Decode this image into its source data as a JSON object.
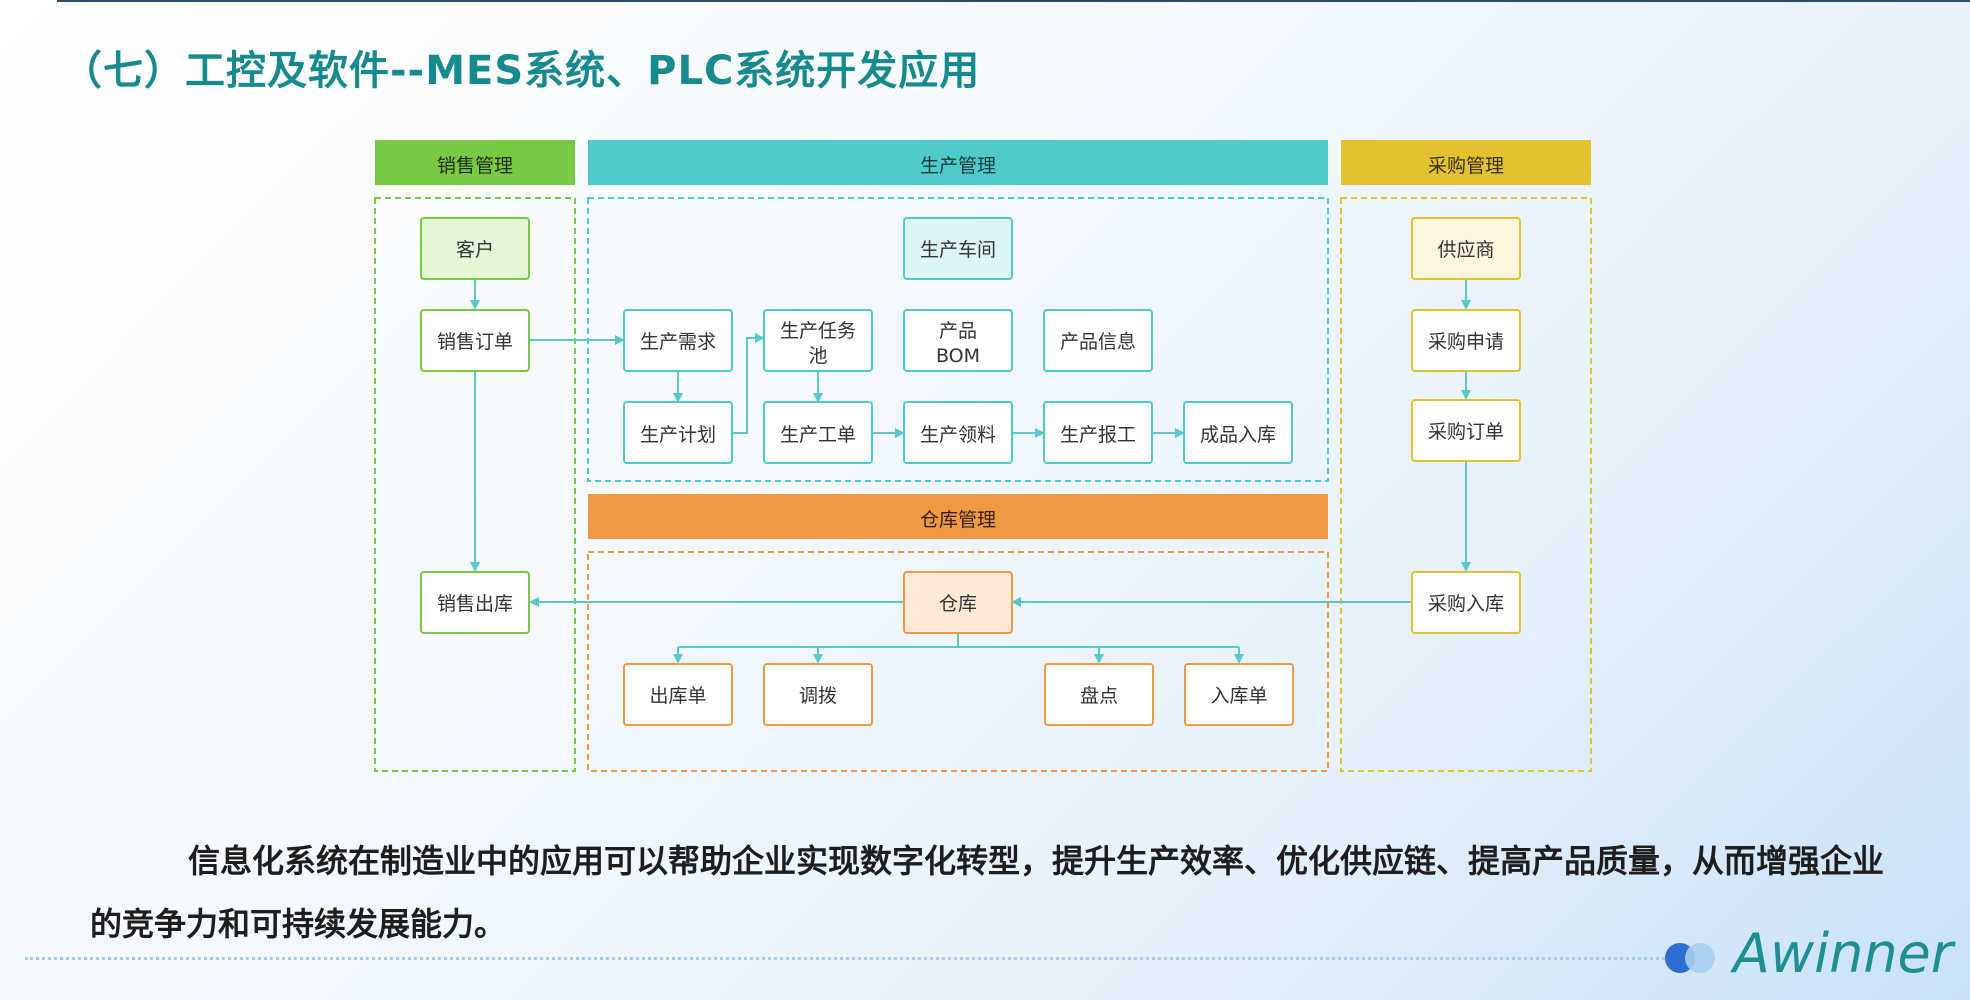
{
  "slide": {
    "title": "（七）工控及软件--MES系统、PLC系统开发应用",
    "paragraph": "信息化系统在制造业中的应用可以帮助企业实现数字化转型，提升生产效率、优化供应链、提高产品质量，从而增强企业的竞争力和可持续发展能力。",
    "logo_text": "Awinner"
  },
  "colors": {
    "green": "#7ac943",
    "teal": "#4ecacb",
    "yellow": "#e2c231",
    "orange": "#ef9a42",
    "arrow": "#5cc8cc"
  },
  "diagram": {
    "sections": {
      "sales": "销售管理",
      "production": "生产管理",
      "purchase": "采购管理",
      "warehouse": "仓库管理"
    },
    "nodes": {
      "customer": "客户",
      "sales_order": "销售订单",
      "sales_out": "销售出库",
      "prod_workshop": "生产车间",
      "prod_demand": "生产需求",
      "prod_task_pool_1": "生产任务",
      "prod_task_pool_2": "池",
      "product_bom_1": "产品",
      "product_bom_2": "BOM",
      "product_info": "产品信息",
      "prod_plan": "生产计划",
      "prod_workorder": "生产工单",
      "prod_material": "生产领料",
      "prod_report": "生产报工",
      "finished_in": "成品入库",
      "supplier": "供应商",
      "purchase_request": "采购申请",
      "purchase_order": "采购订单",
      "purchase_in": "采购入库",
      "warehouse": "仓库",
      "out_bill": "出库单",
      "transfer": "调拨",
      "stocktake": "盘点",
      "in_bill": "入库单"
    }
  }
}
